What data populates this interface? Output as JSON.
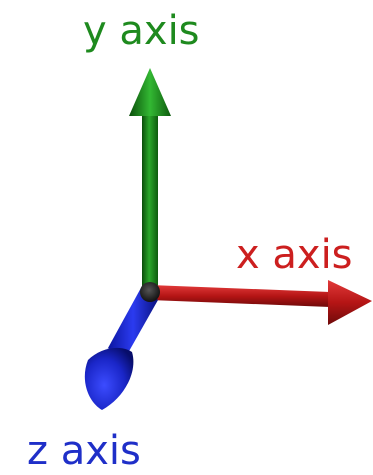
{
  "axes": {
    "y": {
      "label": "y axis",
      "color": "#1e8a1e"
    },
    "x": {
      "label": "x axis",
      "color": "#cc1f1f"
    },
    "z": {
      "label": "z axis",
      "color": "#1f2fc8"
    }
  }
}
